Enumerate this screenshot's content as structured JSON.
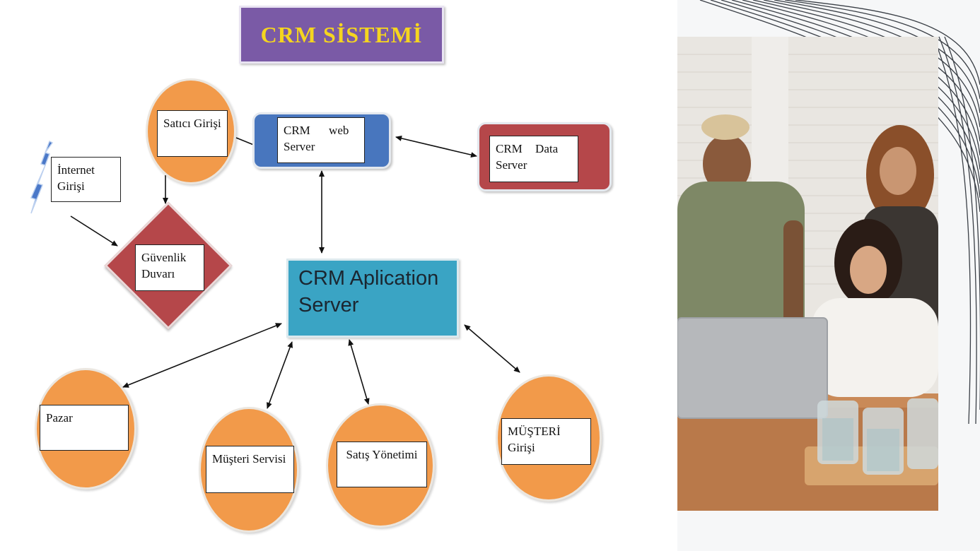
{
  "diagram": {
    "title": "CRM SİSTEMİ",
    "nodes": {
      "satici_girisi": "Satıcı Girişi",
      "internet_girisi": "İnternet Girişi",
      "crm_web_server": "CRM web Server",
      "crm_data_server": "CRM Data Server",
      "guvenlik_duvari": "Güvenlik Duvarı",
      "crm_application_server": "CRM Aplication Server",
      "pazar": "Pazar",
      "musteri_servisi": "Müşteri Servisi",
      "satis_yonetimi": "Satış Yönetimi",
      "musteri_girisi": "MÜŞTERİ Girişi"
    },
    "colors": {
      "title_bg": "#7a5aa6",
      "title_text": "#f5d51f",
      "ellipse": "#f29a4a",
      "web_server": "#4876be",
      "data_server": "#b5474a",
      "firewall": "#b5474a",
      "app_server": "#3aa4c4"
    }
  },
  "photo": {
    "description_icon": "office-team-photo"
  }
}
